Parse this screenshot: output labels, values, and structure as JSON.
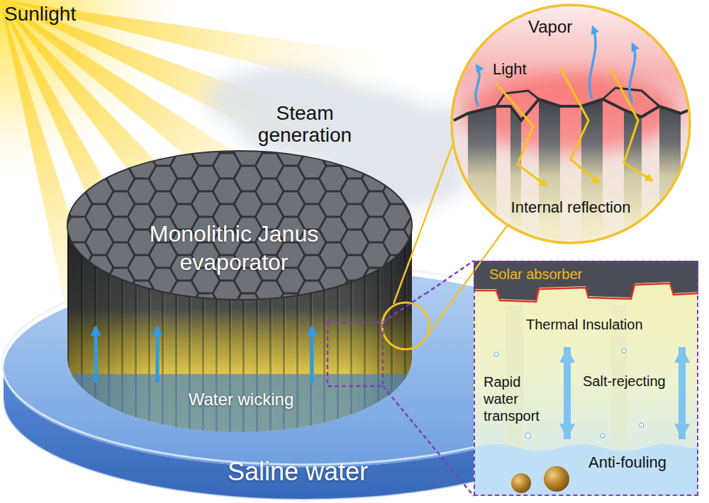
{
  "diagram": {
    "nodes": [
      {
        "text": [
          "Monolithic Janus evaporator"
        ]
      },
      {
        "text": [
          "Vapor",
          "Light",
          "Internal reflection"
        ]
      },
      {
        "text": [
          "Solar absorber",
          "Thermal Insulation",
          "Rapid water transport",
          "Salt-rejecting",
          "Anti-fouling"
        ]
      },
      {
        "text": [
          "Saline water"
        ]
      }
    ],
    "edges": [
      {
        "from": 0,
        "to": 1,
        "arrow": "none"
      },
      {
        "from": 0,
        "to": 2,
        "arrow": "none"
      }
    ],
    "labels": [
      "Sunlight",
      "Steam generation",
      "Water wicking"
    ]
  }
}
